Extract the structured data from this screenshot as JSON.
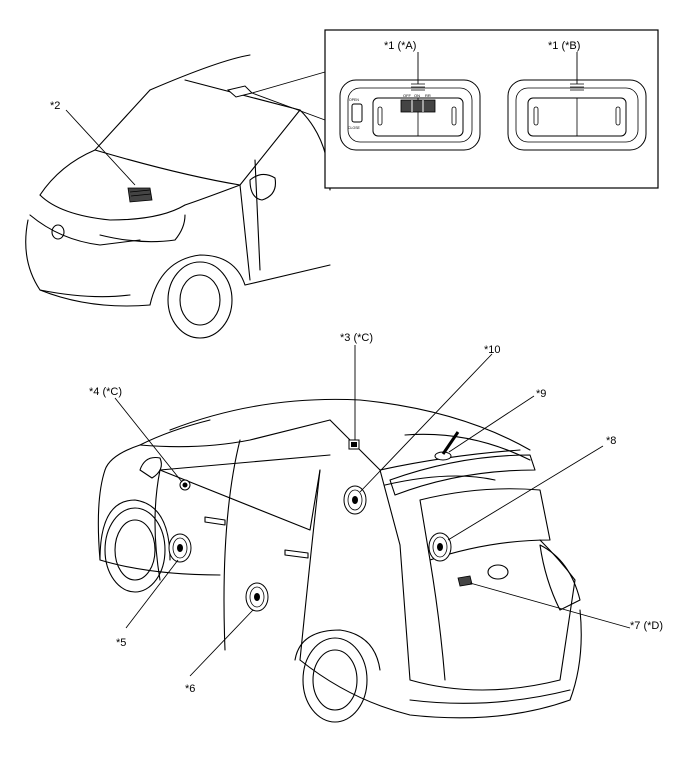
{
  "callouts": {
    "c1a": "*1 (*A)",
    "c1b": "*1 (*B)",
    "c2": "*2",
    "c3": "*3 (*C)",
    "c4": "*4 (*C)",
    "c5": "*5",
    "c6": "*6",
    "c7": "*7 (*D)",
    "c8": "*8",
    "c9": "*9",
    "c10": "*10"
  },
  "inset": {
    "switch_labels": [
      "OFF",
      "ON",
      "RR"
    ],
    "side_button_top": "OPEN",
    "side_button_bottom": "CLOSE"
  }
}
